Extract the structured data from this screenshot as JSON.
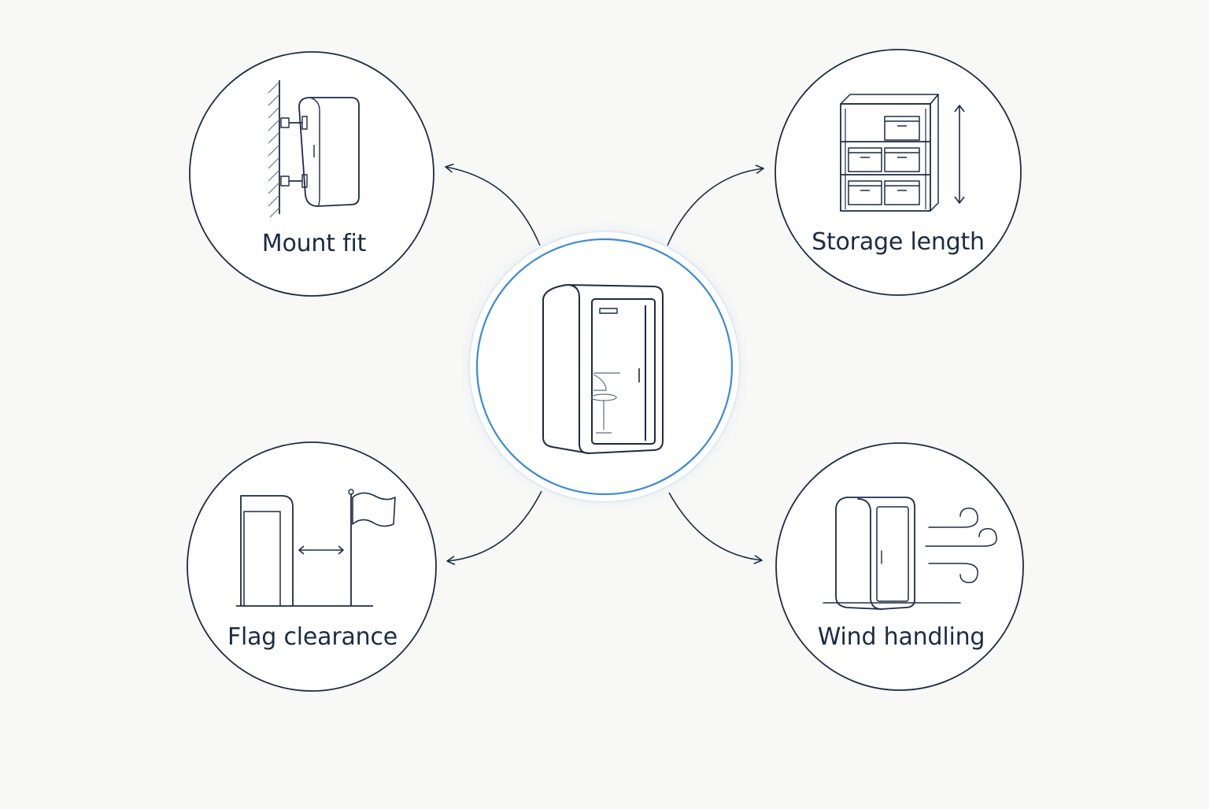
{
  "diagram": {
    "center": {
      "icon": "phone-booth-icon"
    },
    "nodes": [
      {
        "id": "mount",
        "label": "Mount fit",
        "icon": "wall-mount-icon"
      },
      {
        "id": "storage",
        "label": "Storage length",
        "icon": "storage-shelf-icon"
      },
      {
        "id": "flag",
        "label": "Flag clearance",
        "icon": "flag-clearance-icon"
      },
      {
        "id": "wind",
        "label": "Wind handling",
        "icon": "wind-icon"
      }
    ]
  },
  "colors": {
    "background": "#f8f8f7",
    "line": "#1c2b45",
    "accent": "#3a8ad6"
  }
}
